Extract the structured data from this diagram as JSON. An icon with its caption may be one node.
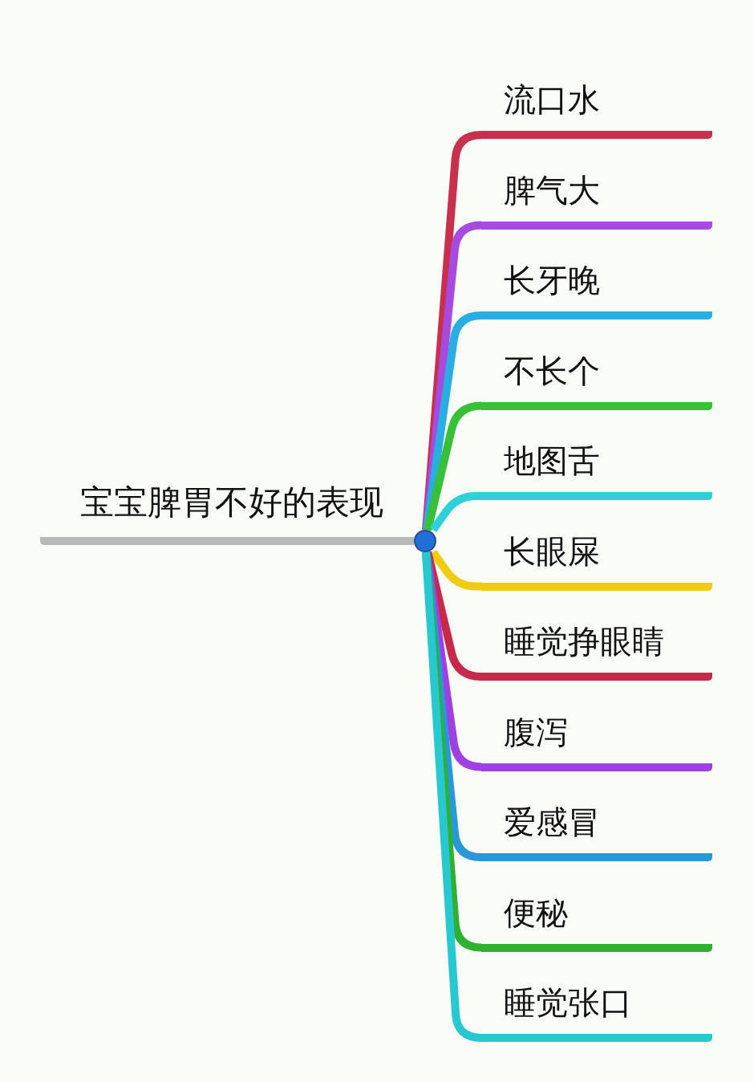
{
  "diagram": {
    "nodes": [
      {
        "text": [
          "宝宝脾胃不好的表现"
        ]
      },
      {
        "text": [],
        "shape": "circle"
      },
      {
        "text": [
          "流口水"
        ]
      },
      {
        "text": [
          "脾气大"
        ]
      },
      {
        "text": [
          "长牙晚"
        ]
      },
      {
        "text": [
          "不长个"
        ]
      },
      {
        "text": [
          "地图舌"
        ]
      },
      {
        "text": [
          "长眼屎"
        ]
      },
      {
        "text": [
          "睡觉挣眼睛"
        ]
      },
      {
        "text": [
          "腹泻"
        ]
      },
      {
        "text": [
          "爱感冒"
        ]
      },
      {
        "text": [
          "便秘"
        ]
      },
      {
        "text": [
          "睡觉张口"
        ]
      }
    ],
    "edges": [
      {
        "from": 0,
        "to": 1,
        "arrow": "none",
        "color": "#b8b8b8"
      },
      {
        "from": 1,
        "to": 2,
        "arrow": "none",
        "color": "#c8304e"
      },
      {
        "from": 1,
        "to": 3,
        "arrow": "none",
        "color": "#a64ae0"
      },
      {
        "from": 1,
        "to": 4,
        "arrow": "none",
        "color": "#28aee0"
      },
      {
        "from": 1,
        "to": 5,
        "arrow": "none",
        "color": "#38c038"
      },
      {
        "from": 1,
        "to": 6,
        "arrow": "none",
        "color": "#30d0d8"
      },
      {
        "from": 1,
        "to": 7,
        "arrow": "none",
        "color": "#f0cc10"
      },
      {
        "from": 1,
        "to": 8,
        "arrow": "none",
        "color": "#c8284a"
      },
      {
        "from": 1,
        "to": 9,
        "arrow": "none",
        "color": "#a040e0"
      },
      {
        "from": 1,
        "to": 10,
        "arrow": "none",
        "color": "#2898d8"
      },
      {
        "from": 1,
        "to": 11,
        "arrow": "none",
        "color": "#30b030"
      },
      {
        "from": 1,
        "to": 12,
        "arrow": "none",
        "color": "#28c8d0"
      }
    ]
  }
}
